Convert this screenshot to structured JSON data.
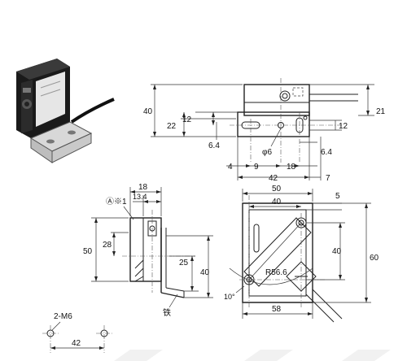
{
  "top_right_view": {
    "dim_height": "40",
    "dim_inner_height": "22",
    "dim_slot_height": "12",
    "dim_top_offset": "21",
    "dim_right_slot": "12",
    "dim_left_offset": "6.4",
    "dim_right_offset": "6.4",
    "dim_hole_dia": "φ6",
    "dim_bottom_a": "4",
    "dim_bottom_b": "9",
    "dim_bottom_c": "18",
    "dim_width": "42",
    "dim_edge": "7"
  },
  "side_view": {
    "callout": "Ⓐ※1",
    "dim_width": "18",
    "dim_inner": "13.4",
    "dim_height": "50",
    "dim_mid": "28",
    "dim_hole": "25",
    "dim_bracket": "40",
    "material_label": "铁"
  },
  "front_view": {
    "dim_width": "50",
    "dim_inner_width": "40",
    "dim_offset": "5",
    "dim_height": "60",
    "dim_inner_height": "40",
    "dim_radius": "R56.6",
    "dim_angle": "10°",
    "dim_base": "58"
  },
  "mounting_holes": {
    "label": "2-M6",
    "dim_pitch": "42"
  }
}
